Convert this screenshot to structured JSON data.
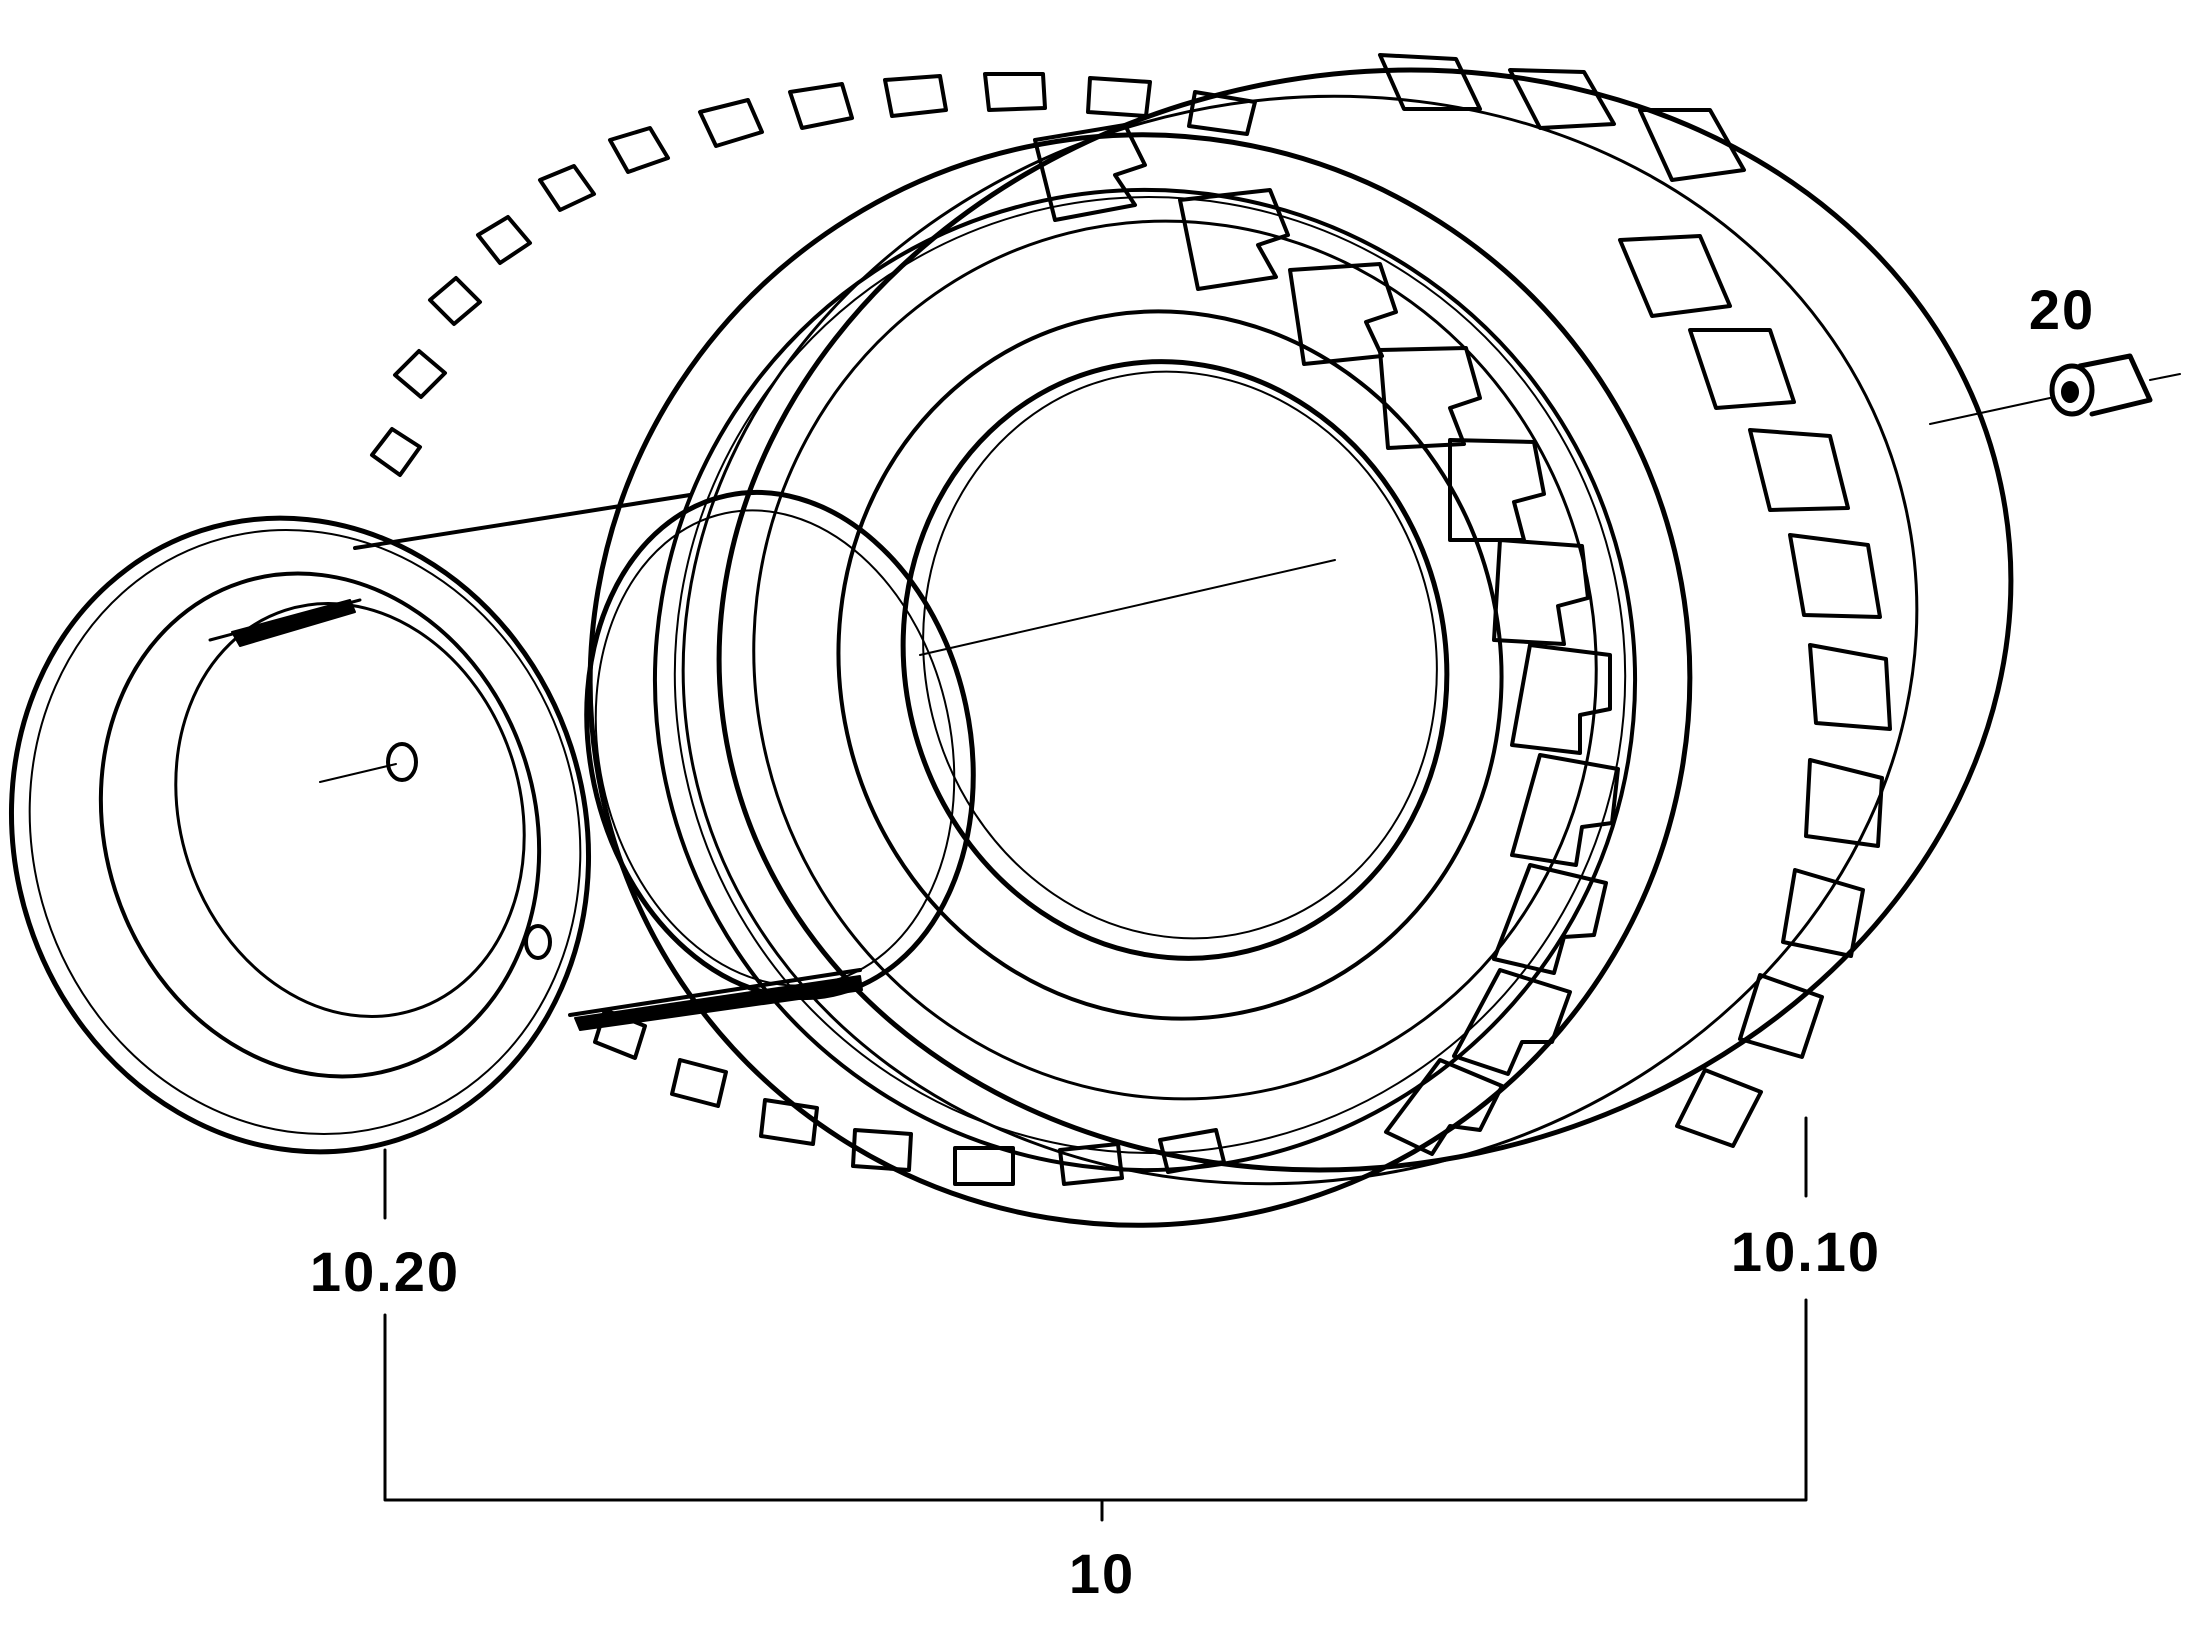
{
  "callouts": {
    "valve": "20",
    "rim": "10.20",
    "tire": "10.10",
    "assembly": "10"
  }
}
